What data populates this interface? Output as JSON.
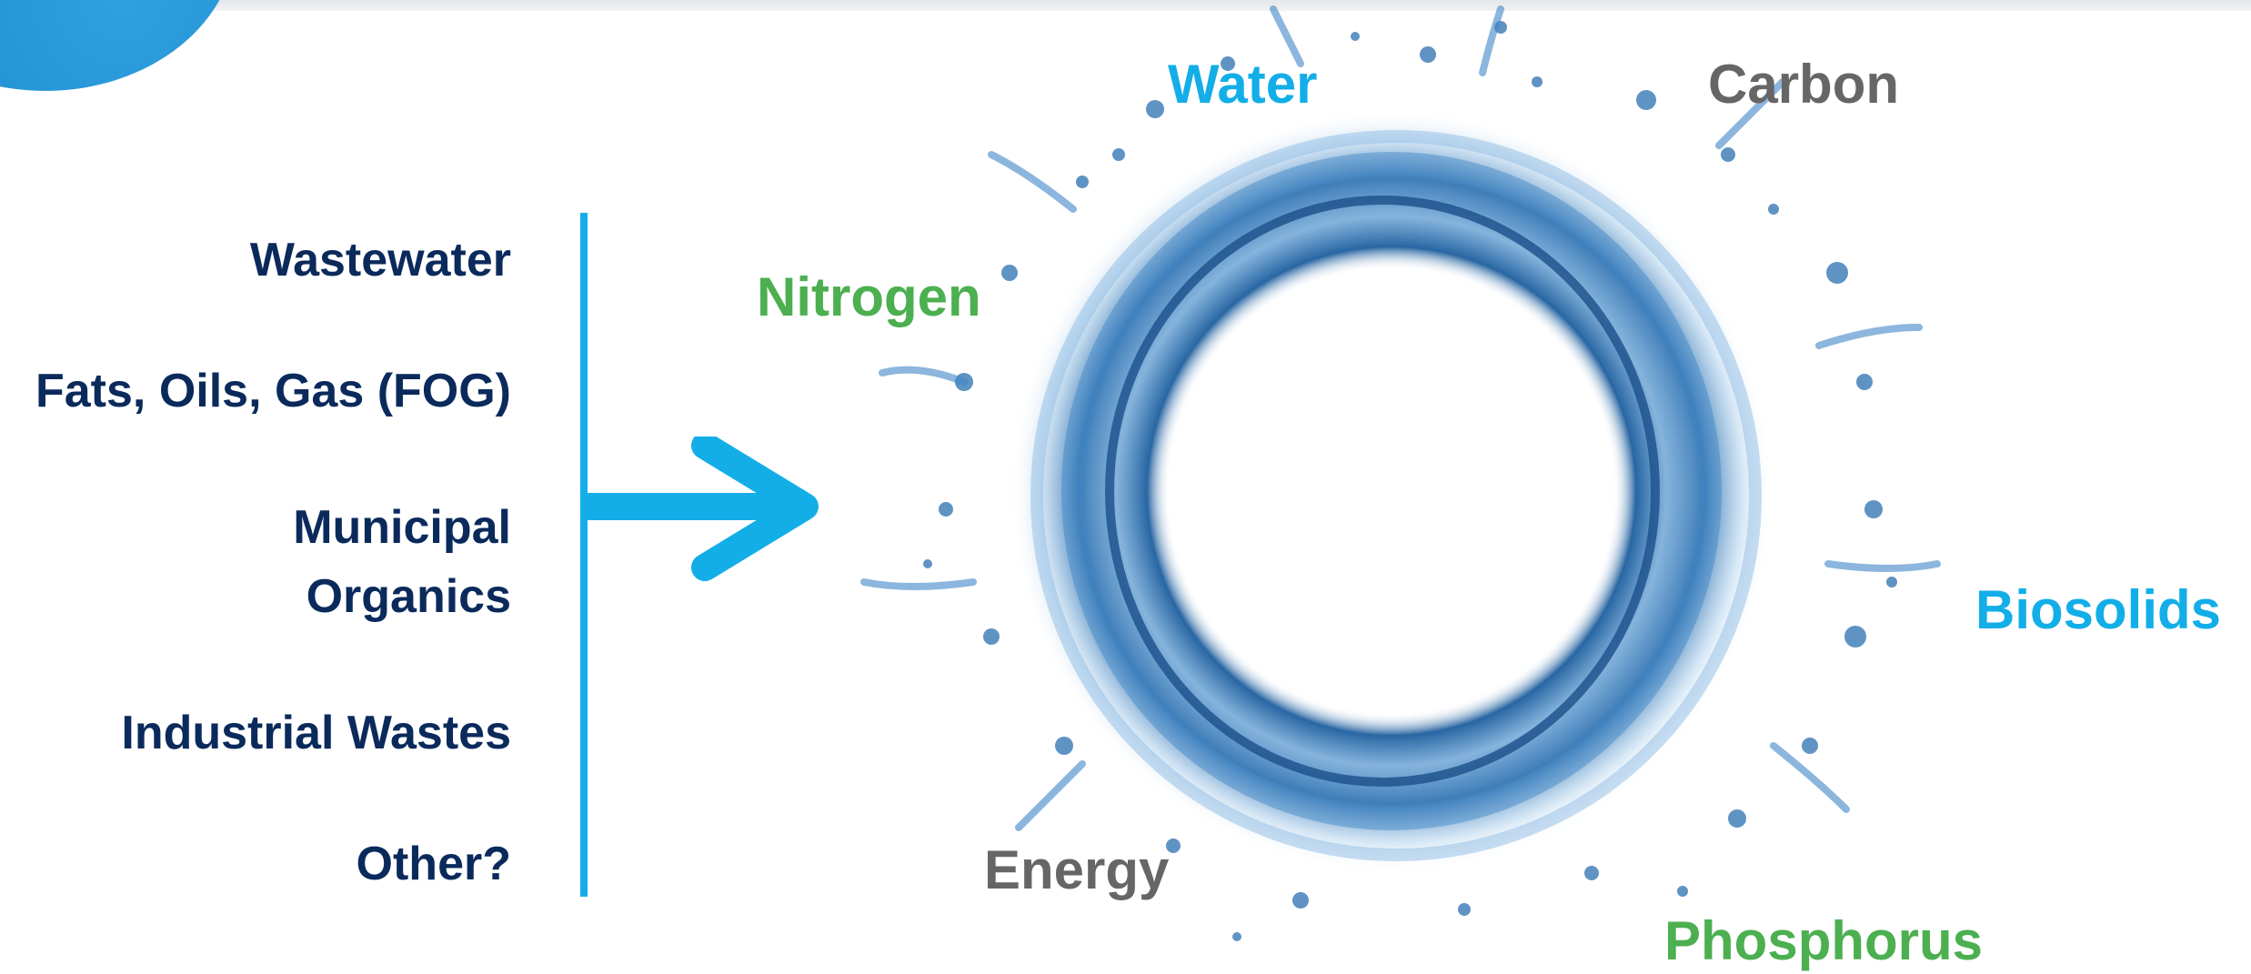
{
  "inputs": {
    "items": [
      {
        "label": "Wastewater"
      },
      {
        "label": "Fats, Oils, Gas (FOG)"
      },
      {
        "label": "Municipal"
      },
      {
        "label": "Organics"
      },
      {
        "label": "Industrial Wastes"
      },
      {
        "label": "Other?"
      }
    ]
  },
  "outputs": {
    "water": "Water",
    "carbon": "Carbon",
    "nitrogen": "Nitrogen",
    "biosolids": "Biosolids",
    "energy": "Energy",
    "phosphorus": "Phosphorus"
  },
  "colors": {
    "input_text": "#0b2a5c",
    "accent_blue": "#13aee8",
    "green": "#4caf50",
    "gray": "#666666",
    "water_splash": "#2a6fb0"
  },
  "icons": {
    "arrow": "right-arrow-icon",
    "ring": "water-splash-ring"
  }
}
